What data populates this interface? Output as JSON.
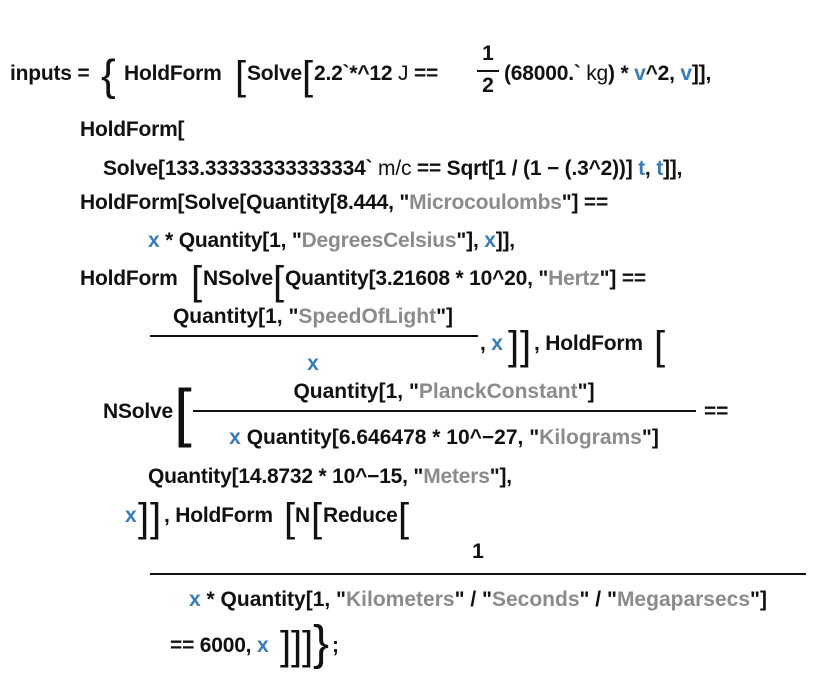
{
  "notebook": {
    "code": {
      "line1_lhs": "inputs = ",
      "line1_a": "HoldForm",
      "line1_b": "Solve",
      "line1_c": "2.2`*^12 ",
      "line1_unit": "J",
      "line1_d": " == ",
      "line1_frac_num": "1",
      "line1_frac_den": "2",
      "line1_e": "(68000.`",
      "line1_unit2": " kg",
      "line1_f": ") * ",
      "line1_var1": "v",
      "line1_g": "^2, ",
      "line1_var2": "v",
      "line1_h": "]],",
      "line2": "HoldForm[",
      "line3_a": "Solve[133.33333333333334`",
      "line3_unit": " m/c",
      "line3_b": " == Sqrt[1 / (1 − (.3^2))] ",
      "line3_var1": "t",
      "line3_c": ", ",
      "line3_var2": "t",
      "line3_d": "]],",
      "line4_a": "HoldForm[Solve[Quantity[8.444, \"",
      "line4_str": "Microcoulombs",
      "line4_b": "\"] ==",
      "line5_var1": "x",
      "line5_a": " * Quantity[1, \"",
      "line5_str": "DegreesCelsius",
      "line5_b": "\"], ",
      "line5_var2": "x",
      "line5_c": "]],",
      "line6_a": "HoldForm",
      "line6_b": "NSolve",
      "line6_c": "Quantity[3.21608 * 10^20, \"",
      "line6_str": "Hertz",
      "line6_d": "\"] ==",
      "frac1_num_a": "Quantity[1, \"",
      "frac1_num_str": "SpeedOfLight",
      "frac1_num_b": "\"]",
      "frac1_den": "x",
      "line7_a": ", ",
      "line7_var": "x",
      "line7_b": "]], HoldForm",
      "line8_a": "NSolve",
      "frac2_num_a": "Quantity[1, \"",
      "frac2_num_str": "PlanckConstant",
      "frac2_num_b": "\"]",
      "frac2_den_var": "x",
      "frac2_den_a": " Quantity[6.646478 * 10^−27, \"",
      "frac2_den_str": "Kilograms",
      "frac2_den_b": "\"]",
      "line8_eq": "==",
      "line9_a": "Quantity[14.8732 * 10^−15, \"",
      "line9_str": "Meters",
      "line9_b": "\"],",
      "line10_var": "x",
      "line10_a": "]], HoldForm",
      "line10_b": "N",
      "line10_c": "Reduce",
      "frac3_num": "1",
      "frac3_den_var": "x",
      "frac3_den_a": " * Quantity[1, \"",
      "frac3_den_str1": "Kilometers",
      "frac3_den_b": "\" / \"",
      "frac3_den_str2": "Seconds",
      "frac3_den_c": "\" / \"",
      "frac3_den_str3": "Megaparsecs",
      "frac3_den_d": "\"]",
      "line11_a": "== 6000, ",
      "line11_var": "x",
      "line11_b": "]]]",
      "line11_c": ";"
    },
    "colors": {
      "text": "#111111",
      "variable": "#3a7cb8",
      "string": "#8b8b8b",
      "background": "#ffffff"
    }
  }
}
